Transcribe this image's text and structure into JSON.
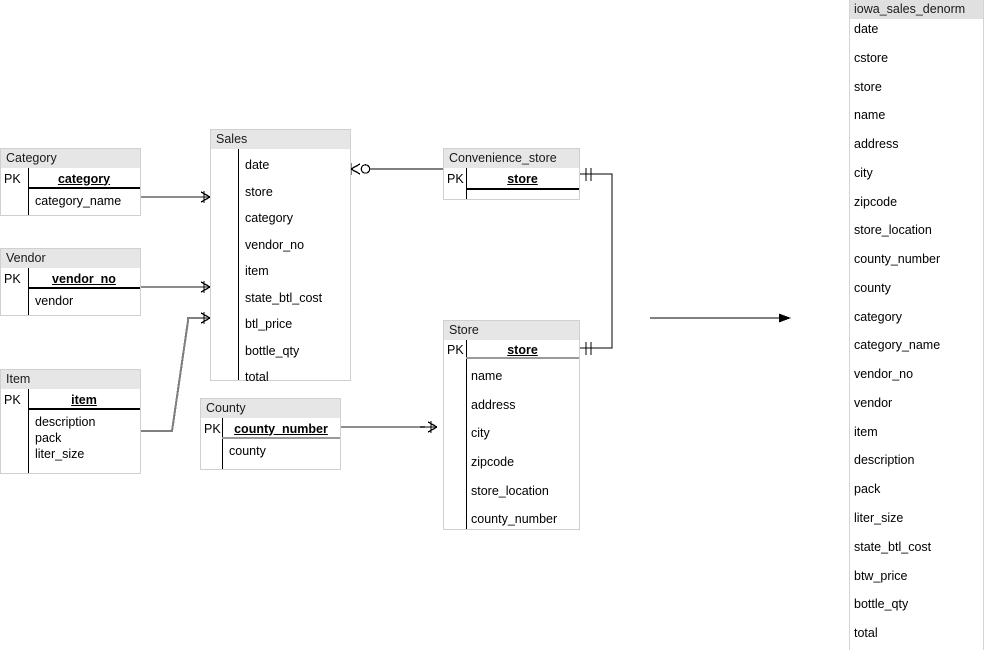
{
  "diagram": {
    "kind": "entity-relationship-diagram",
    "notation": "crows-foot",
    "colors": {
      "header_fill": "#e6e6e6",
      "table_border": "#d0d0d0",
      "line": "#000000",
      "line_gray": "#9a9a9a",
      "panel_header_fill": "#e0e0e0",
      "panel_border": "#d4d4d4",
      "text": "#000000"
    }
  },
  "entities": {
    "category": {
      "title": "Category",
      "pk_tag": "PK",
      "pk_field": "category",
      "attributes": [
        "category_name"
      ]
    },
    "vendor": {
      "title": "Vendor",
      "pk_tag": "PK",
      "pk_field": "vendor_no",
      "attributes": [
        "vendor"
      ]
    },
    "item": {
      "title": "Item",
      "pk_tag": "PK",
      "pk_field": "item",
      "attributes": [
        "description",
        "pack",
        "liter_size"
      ]
    },
    "sales": {
      "title": "Sales",
      "pk_tag": "",
      "pk_field": "",
      "attributes": [
        "date",
        "store",
        "category",
        "vendor_no",
        "item",
        "state_btl_cost",
        "btl_price",
        "bottle_qty",
        "total"
      ]
    },
    "county": {
      "title": "County",
      "pk_tag": "PK",
      "pk_field": "county_number",
      "attributes": [
        "county"
      ]
    },
    "convenience_store": {
      "title": "Convenience_store",
      "pk_tag": "PK",
      "pk_field": "store",
      "attributes": []
    },
    "store": {
      "title": "Store",
      "pk_tag": "PK",
      "pk_field": "store",
      "attributes": [
        "name",
        "address",
        "city",
        "zipcode",
        "store_location",
        "county_number"
      ]
    }
  },
  "relationships": [
    {
      "name": "category-to-sales",
      "from": "Category",
      "to": "Sales",
      "from_cardinality": "one",
      "to_cardinality": "many"
    },
    {
      "name": "vendor-to-sales",
      "from": "Vendor",
      "to": "Sales",
      "from_cardinality": "one",
      "to_cardinality": "many"
    },
    {
      "name": "item-to-sales",
      "from": "Item",
      "to": "Sales",
      "from_cardinality": "one",
      "to_cardinality": "many"
    },
    {
      "name": "sales-to-convenience-store",
      "from": "Sales",
      "to": "Convenience_store",
      "from_cardinality": "zero-or-many",
      "to_cardinality": "one-and-only-one"
    },
    {
      "name": "convenience-store-to-store",
      "from": "Convenience_store",
      "to": "Store",
      "from_cardinality": "one-and-only-one",
      "to_cardinality": "one-and-only-one"
    },
    {
      "name": "county-to-store",
      "from": "County",
      "to": "Store",
      "from_cardinality": "one",
      "to_cardinality": "many"
    },
    {
      "name": "model-to-denorm-table",
      "from": "normalized-model",
      "to": "iowa_sales_denorm",
      "marker": "arrow"
    }
  ],
  "denorm_panel": {
    "title": "iowa_sales_denorm",
    "fields": [
      "date",
      "cstore",
      "store",
      "name",
      "address",
      "city",
      "zipcode",
      "store_location",
      "county_number",
      "county",
      "category",
      "category_name",
      "vendor_no",
      "vendor",
      "item",
      "description",
      "pack",
      "liter_size",
      "state_btl_cost",
      "btw_price",
      "bottle_qty",
      "total"
    ]
  }
}
